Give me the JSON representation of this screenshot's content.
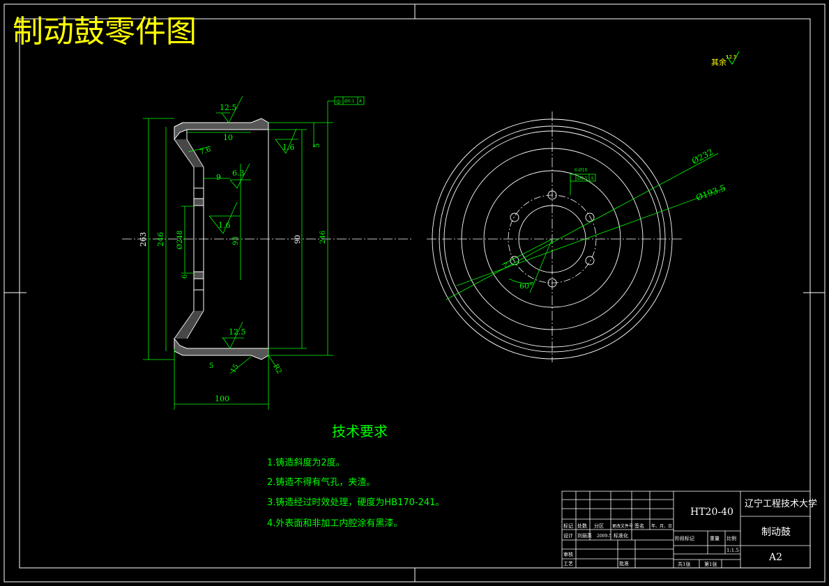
{
  "header": {
    "title": "制动鼓零件图"
  },
  "surface_note": {
    "label": "其余",
    "roughness": "12.5"
  },
  "side_view": {
    "roughness_top": "12.5",
    "roughness_inner": "1.6",
    "roughness_slope": "7.6",
    "roughness_flange": "6.3",
    "roughness_center": "1.6",
    "roughness_bottom": "12.5",
    "dim_10": "10",
    "dim_9": "9",
    "dim_5_right": "5",
    "dim_5_bottom": "5",
    "dim_263": "263",
    "dim_246_left": "246",
    "dim_248": "Ø248",
    "dim_6": "6",
    "dim_93": "93",
    "dim_90": "90",
    "dim_246_right": "246",
    "dim_100": "100",
    "dim_15": "15",
    "dim_r2": "R2",
    "runout_symbol": "◎",
    "runout_value": "Ø0.1",
    "runout_ref": "A"
  },
  "front_view": {
    "dim_232": "Ø232",
    "dim_193": "Ø193.5",
    "angle_60": "60°",
    "hole_note": "6-Ø10",
    "hole_tol": "Ø0.5",
    "hole_ref": "A",
    "dim_7": "7"
  },
  "tech_req": {
    "title": "技术要求",
    "items": [
      "1.铸造斜度为2度。",
      "2.铸造不得有气孔，夹渣。",
      "3.铸造经过时效处理，硬度为HB170-241。",
      "4.外表面和非加工内腔涂有黑漆。"
    ]
  },
  "title_block": {
    "material": "HT20-40",
    "school": "辽宁工程技术大学",
    "part_name": "制动鼓",
    "sheet": "A2",
    "scale": "1:1.5",
    "row_labels": [
      "标记",
      "处数",
      "分区",
      "更改文件号",
      "签名",
      "年、月、日"
    ],
    "design": "设计",
    "designer": "刘丽英",
    "date": "2009.5",
    "standard": "标准化",
    "check": "审核",
    "process": "工艺",
    "approve": "批准",
    "stage_headers": [
      "阶段标记",
      "重量",
      "比例"
    ],
    "sheet_count": "共1张",
    "sheet_no": "第1张"
  }
}
